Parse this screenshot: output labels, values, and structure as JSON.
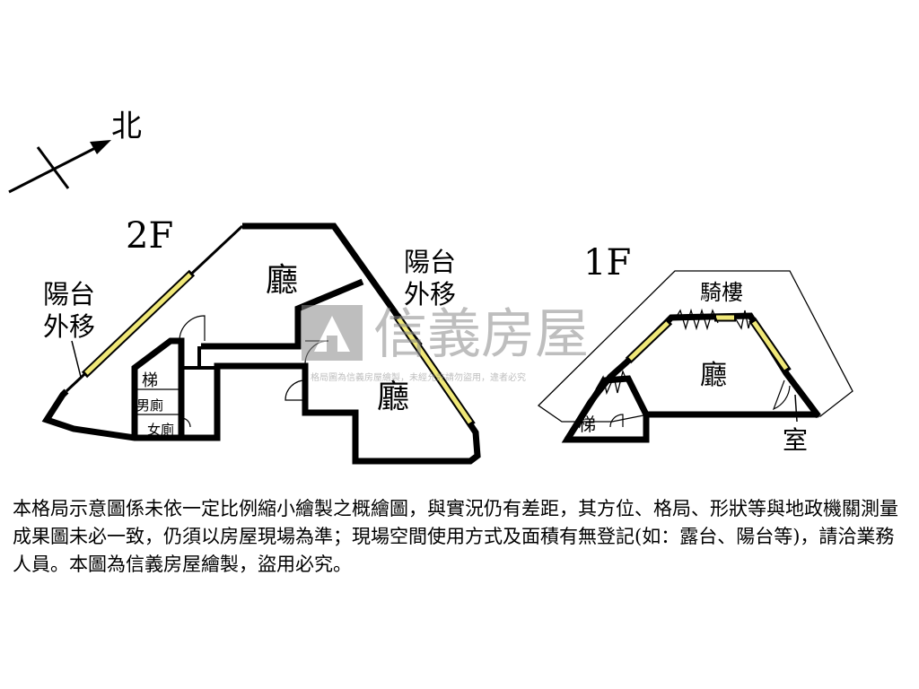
{
  "compass": {
    "label": "北"
  },
  "floor2": {
    "floor_label": "2F",
    "rooms": {
      "hall_top": "廳",
      "hall_right": "廳",
      "stairs": "梯",
      "mens_toilet": "男廁",
      "womens_toilet": "女廁"
    },
    "balcony_left": [
      "陽台",
      "外移"
    ],
    "balcony_right": [
      "陽台",
      "外移"
    ]
  },
  "floor1": {
    "floor_label": "1F",
    "rooms": {
      "arcade": "騎樓",
      "hall": "廳",
      "stairs": "梯",
      "room": "室"
    }
  },
  "watermark": {
    "brand": "信義房屋",
    "note": "格局圖為信義房屋繪製，未經允許請勿盜用，違者必究"
  },
  "disclaimer": "本格局示意圖係未依一定比例縮小繪製之概繪圖，與實況仍有差距，其方位、格局、形狀等與地政機關測量成果圖未必一致，仍須以房屋現場為準；現場空間使用方式及面積有無登記(如：露台、陽台等)，請洽業務人員。本圖為信義房屋繪製，盜用必究。",
  "colors": {
    "window": "#f0e878",
    "watermark": "#9e9e9e",
    "line": "#000000"
  }
}
